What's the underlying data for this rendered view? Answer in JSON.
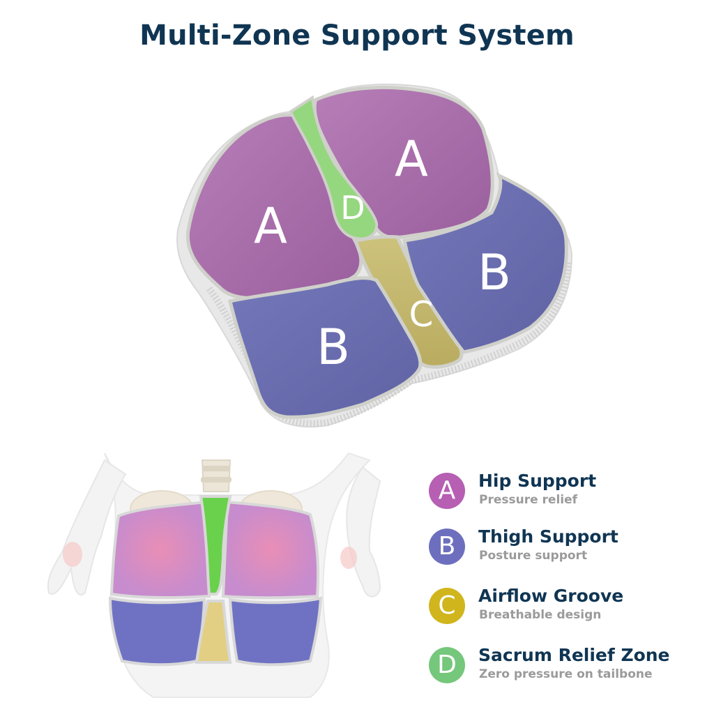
{
  "title": "Multi-Zone Support System",
  "zone_letters": {
    "a": "A",
    "b": "B",
    "c": "C",
    "d": "D"
  },
  "legend": [
    {
      "letter": "A",
      "title": "Hip Support",
      "subtitle": "Pressure relief",
      "color": "#b65fb3"
    },
    {
      "letter": "B",
      "title": "Thigh Support",
      "subtitle": "Posture support",
      "color": "#6d6fbe"
    },
    {
      "letter": "C",
      "title": "Airflow Groove",
      "subtitle": "Breathable design",
      "color": "#d0b51d"
    },
    {
      "letter": "D",
      "title": "Sacrum Relief Zone",
      "subtitle": "Zero pressure on tailbone",
      "color": "#75c77b"
    }
  ],
  "colors": {
    "title": "#103553",
    "subtitle": "#9a9a9a",
    "zone_a": "#b06fb2",
    "zone_b": "#6b6fb4",
    "zone_c": "#c8bd72",
    "zone_d": "#8dd680",
    "cushion_edge": "#e5e5e5"
  }
}
